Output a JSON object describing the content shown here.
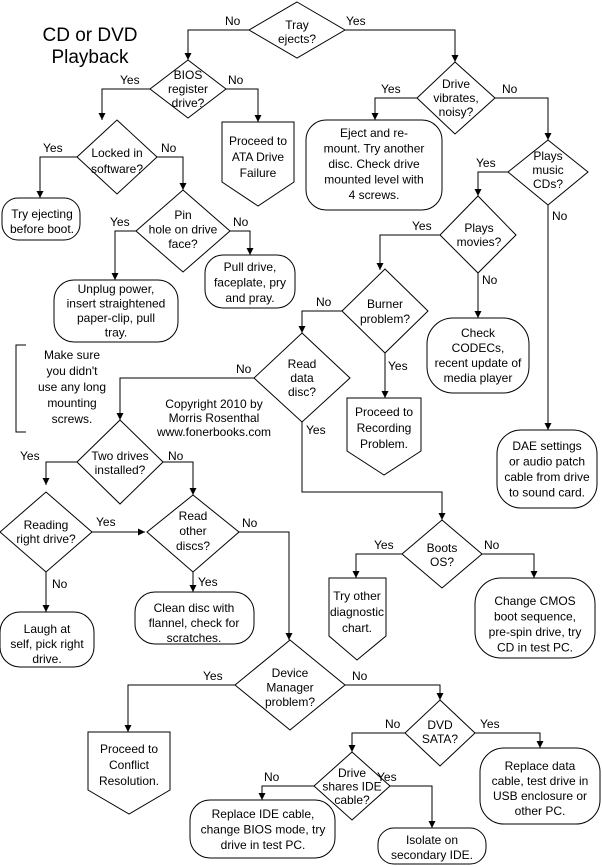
{
  "title": [
    "CD or DVD",
    "Playback"
  ],
  "copyright": [
    "Copyright 2010 by",
    "Morris Rosenthal",
    "www.fonerbooks.com"
  ],
  "nodes": {
    "tray_ejects": [
      "Tray",
      "ejects?"
    ],
    "bios_register": [
      "BIOS",
      "register",
      "drive?"
    ],
    "proceed_ata": [
      "Proceed to",
      "ATA Drive",
      "Failure"
    ],
    "drive_vibrates": [
      "Drive",
      "vibrates,",
      "noisy?"
    ],
    "eject_remount": [
      "Eject and re-",
      "mount. Try another",
      "disc. Check drive",
      "mounted level with",
      "4 screws."
    ],
    "locked_software": [
      "Locked in",
      "software?"
    ],
    "plays_music": [
      "Plays",
      "music",
      "CDs?"
    ],
    "try_ejecting": [
      "Try ejecting",
      "before boot."
    ],
    "pin_hole": [
      "Pin",
      "hole on drive",
      "face?"
    ],
    "plays_movies": [
      "Plays",
      "movies?"
    ],
    "pull_drive": [
      "Pull drive,",
      "faceplate, pry",
      "and pray."
    ],
    "unplug_power": [
      "Unplug power,",
      "insert straightened",
      "paper-clip, pull",
      "tray."
    ],
    "burner_problem": [
      "Burner",
      "problem?"
    ],
    "check_codecs": [
      "Check",
      "CODECs,",
      "recent update of",
      "media player"
    ],
    "make_sure": [
      "Make sure",
      "you didn't",
      "use any long",
      "mounting",
      "screws."
    ],
    "read_data": [
      "Read",
      "data",
      "disc?"
    ],
    "proceed_recording": [
      "Proceed to",
      "Recording",
      "Problem."
    ],
    "two_drives": [
      "Two drives",
      "installed?"
    ],
    "dae_settings": [
      "DAE settings",
      "or audio patch",
      "cable from drive",
      "to sound card."
    ],
    "reading_right": [
      "Reading",
      "right drive?"
    ],
    "read_other": [
      "Read",
      "other",
      "discs?"
    ],
    "boots_os": [
      "Boots",
      "OS?"
    ],
    "try_other": [
      "Try other",
      "diagnostic",
      "chart."
    ],
    "change_cmos": [
      "Change CMOS",
      "boot sequence,",
      "pre-spin drive, try",
      "CD in test PC."
    ],
    "laugh": [
      "Laugh at",
      "self, pick right",
      "drive."
    ],
    "clean_disc": [
      "Clean disc with",
      "flannel, check for",
      "scratches."
    ],
    "device_manager": [
      "Device",
      "Manager",
      "problem?"
    ],
    "proceed_conflict": [
      "Proceed to",
      "Conflict",
      "Resolution."
    ],
    "dvd_sata": [
      "DVD",
      "SATA?"
    ],
    "replace_data": [
      "Replace data",
      "cable, test drive in",
      "USB enclosure or",
      "other PC."
    ],
    "drive_shares": [
      "Drive",
      "shares IDE",
      "cable?"
    ],
    "replace_ide": [
      "Replace IDE cable,",
      "change BIOS mode, try",
      "drive in test PC."
    ],
    "isolate": [
      "Isolate on",
      "secondary IDE."
    ]
  },
  "labels": {
    "yes": "Yes",
    "no": "No"
  }
}
